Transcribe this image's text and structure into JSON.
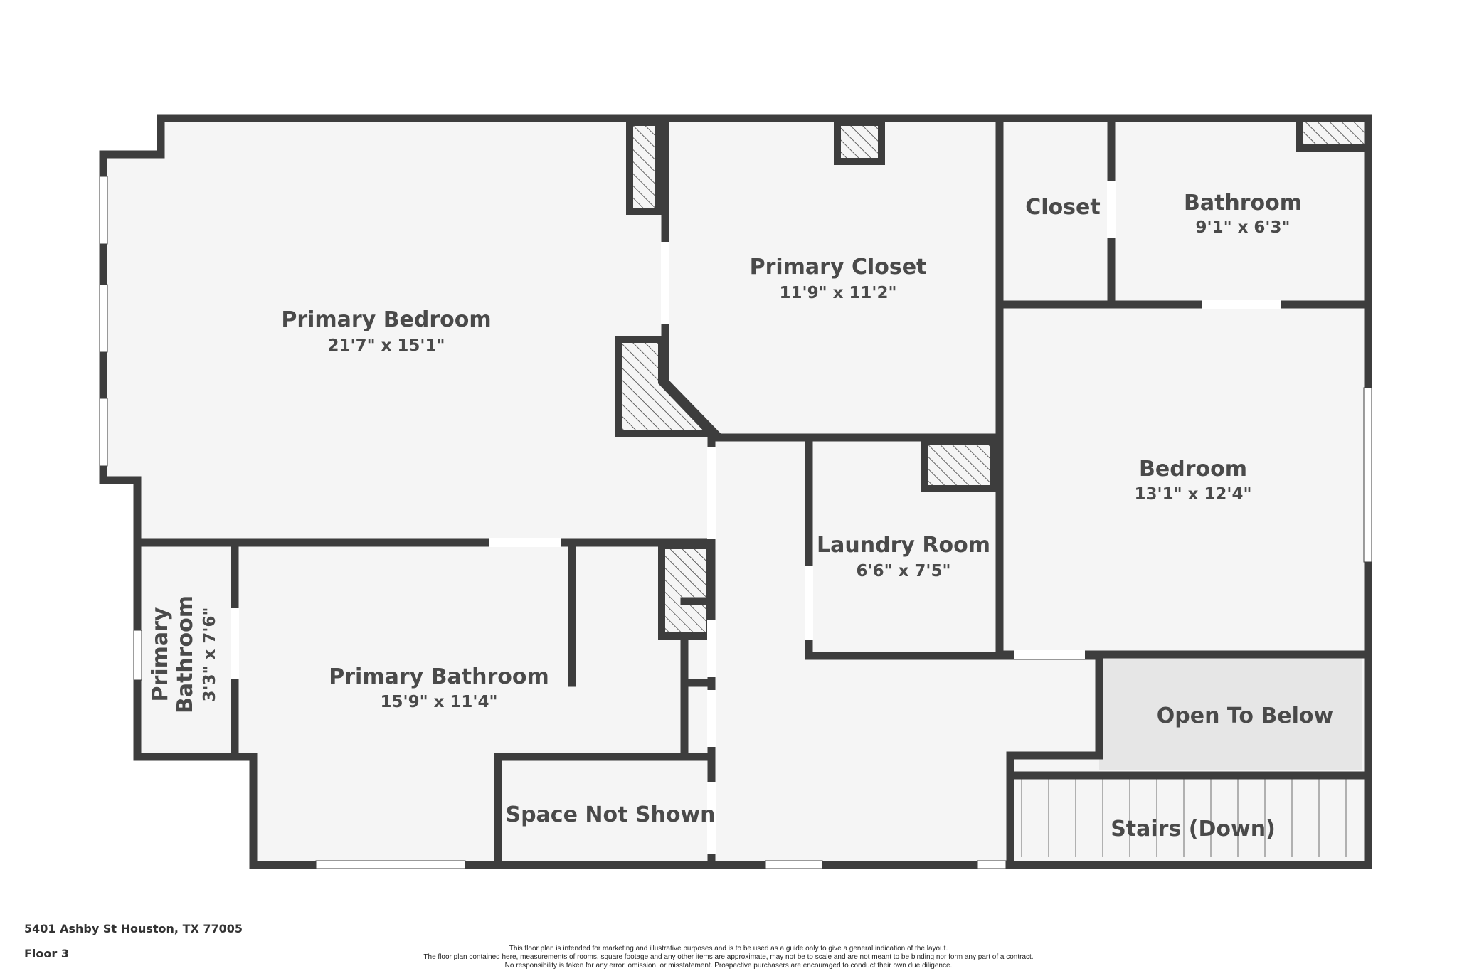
{
  "rooms": {
    "primary_bedroom": {
      "name": "Primary Bedroom",
      "dims": "21'7\" x 15'1\""
    },
    "primary_closet": {
      "name": "Primary Closet",
      "dims": "11'9\" x 11'2\""
    },
    "closet": {
      "name": "Closet"
    },
    "bathroom": {
      "name": "Bathroom",
      "dims": "9'1\" x 6'3\""
    },
    "bedroom": {
      "name": "Bedroom",
      "dims": "13'1\" x 12'4\""
    },
    "laundry_room": {
      "name": "Laundry Room",
      "dims": "6'6\" x 7'5\""
    },
    "primary_bathroom": {
      "name": "Primary Bathroom",
      "dims": "15'9\" x 11'4\""
    },
    "primary_bathroom_small": {
      "name_line1": "Primary",
      "name_line2": "Bathroom",
      "dims": "3'3\" x 7'6\""
    },
    "space_not_shown": {
      "name": "Space Not Shown"
    },
    "open_to_below": {
      "name": "Open To Below"
    },
    "stairs": {
      "name": "Stairs (Down)"
    }
  },
  "footer": {
    "address": "5401 Ashby St Houston, TX 77005",
    "floor": "Floor 3",
    "disclaimer": [
      "This floor plan is intended for marketing and illustrative purposes and is to be used as a guide only to give a general indication of the layout.",
      "The floor plan contained here, measurements of rooms, square footage and any other items are approximate, may not be to scale and are not meant to be binding nor form any part of a contract.",
      "No responsibility is taken for any error, omission, or misstatement. Prospective purchasers are encouraged to conduct their own due diligence."
    ]
  },
  "colors": {
    "wall": "#3d3d3d",
    "floor": "#f5f5f5",
    "open_to_below": "#e6e6e6",
    "label": "#4a4a4a"
  }
}
